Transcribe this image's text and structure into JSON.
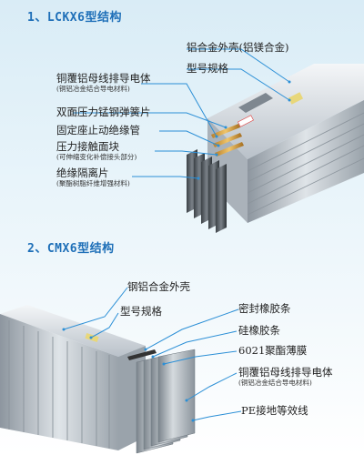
{
  "section1": {
    "title": "1、LCKX6型结构",
    "labels": {
      "housing": "铝合金外壳(铝镁合金)",
      "model": "型号规格",
      "conductor": "铜覆铝母线排导电体",
      "conductor_sub": "(铜铝冶金结合导电材料)",
      "spring": "双面压力锰钢弹簧片",
      "fixed_seat": "固定座止动绝缘管",
      "contact": "压力接触面块",
      "contact_sub": "(可伸缩变化补偿接头部分)",
      "separator": "绝缘隔离片",
      "separator_sub": "(聚酯树脂纤维增强材料)"
    }
  },
  "section2": {
    "title": "2、CMX6型结构",
    "labels": {
      "housing": "钢铝合金外壳",
      "model": "型号规格",
      "seal_rubber": "密封橡胶条",
      "silicone": "硅橡胶条",
      "film": "6021聚酯薄膜",
      "conductor": "铜覆铝母线排导电体",
      "conductor_sub": "(铜铝冶金结合导电材料)",
      "pe": "PE接地等效线"
    }
  },
  "colors": {
    "heading": "#1e6fb8",
    "leader": "#2b8fd6",
    "housing": "#c9cfd5",
    "copper": "#d9a441"
  }
}
